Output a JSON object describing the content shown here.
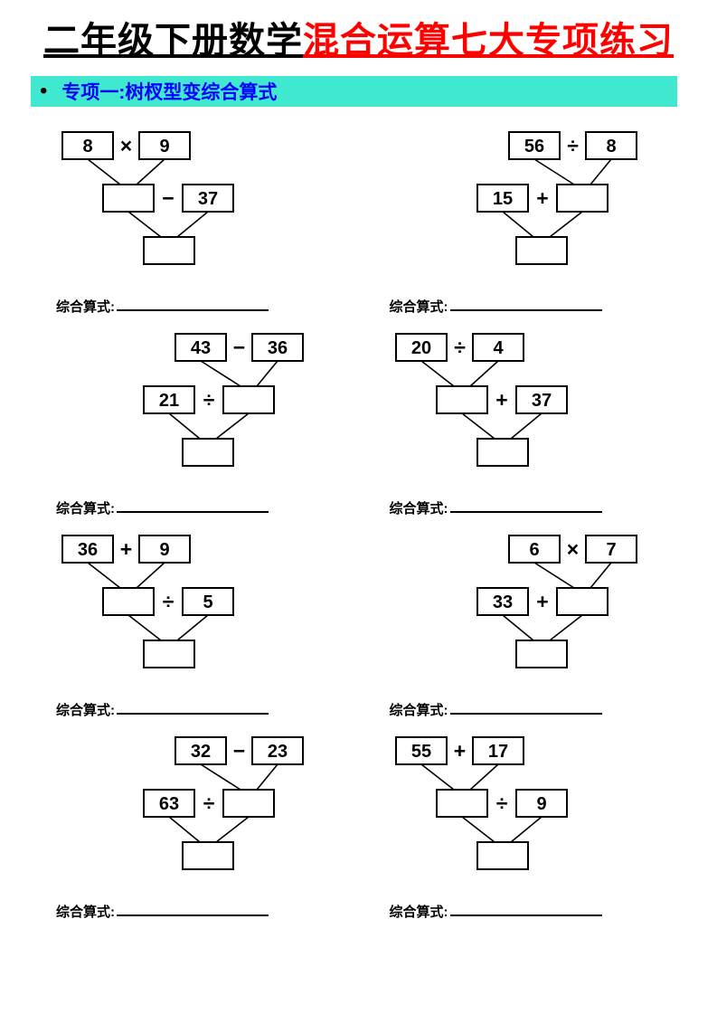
{
  "header": {
    "title_black": "二年级下册数学",
    "title_red": "混合运算七大专项练习"
  },
  "section": {
    "bullet": "•",
    "label": "专项一:树杈型变综合算式"
  },
  "equation_label": "综合算式:",
  "colors": {
    "title_red": "#FF0000",
    "section_bg": "#40E8D0",
    "section_text": "#0000FF",
    "box_border": "#000000",
    "box_fill": "#FFFFFF"
  },
  "problems": [
    {
      "top_left": "8",
      "top_op": "×",
      "top_right": "9",
      "mid_left": "",
      "mid_op": "−",
      "mid_right": "37",
      "result_side": "left"
    },
    {
      "top_left": "56",
      "top_op": "÷",
      "top_right": "8",
      "mid_left": "15",
      "mid_op": "+",
      "mid_right": "",
      "result_side": "right"
    },
    {
      "top_left": "43",
      "top_op": "−",
      "top_right": "36",
      "mid_left": "21",
      "mid_op": "÷",
      "mid_right": "",
      "result_side": "right"
    },
    {
      "top_left": "20",
      "top_op": "÷",
      "top_right": "4",
      "mid_left": "",
      "mid_op": "+",
      "mid_right": "37",
      "result_side": "left"
    },
    {
      "top_left": "36",
      "top_op": "+",
      "top_right": "9",
      "mid_left": "",
      "mid_op": "÷",
      "mid_right": "5",
      "result_side": "left"
    },
    {
      "top_left": "6",
      "top_op": "×",
      "top_right": "7",
      "mid_left": "33",
      "mid_op": "+",
      "mid_right": "",
      "result_side": "right"
    },
    {
      "top_left": "32",
      "top_op": "−",
      "top_right": "23",
      "mid_left": "63",
      "mid_op": "÷",
      "mid_right": "",
      "result_side": "right"
    },
    {
      "top_left": "55",
      "top_op": "+",
      "top_right": "17",
      "mid_left": "",
      "mid_op": "÷",
      "mid_right": "9",
      "result_side": "left"
    }
  ]
}
